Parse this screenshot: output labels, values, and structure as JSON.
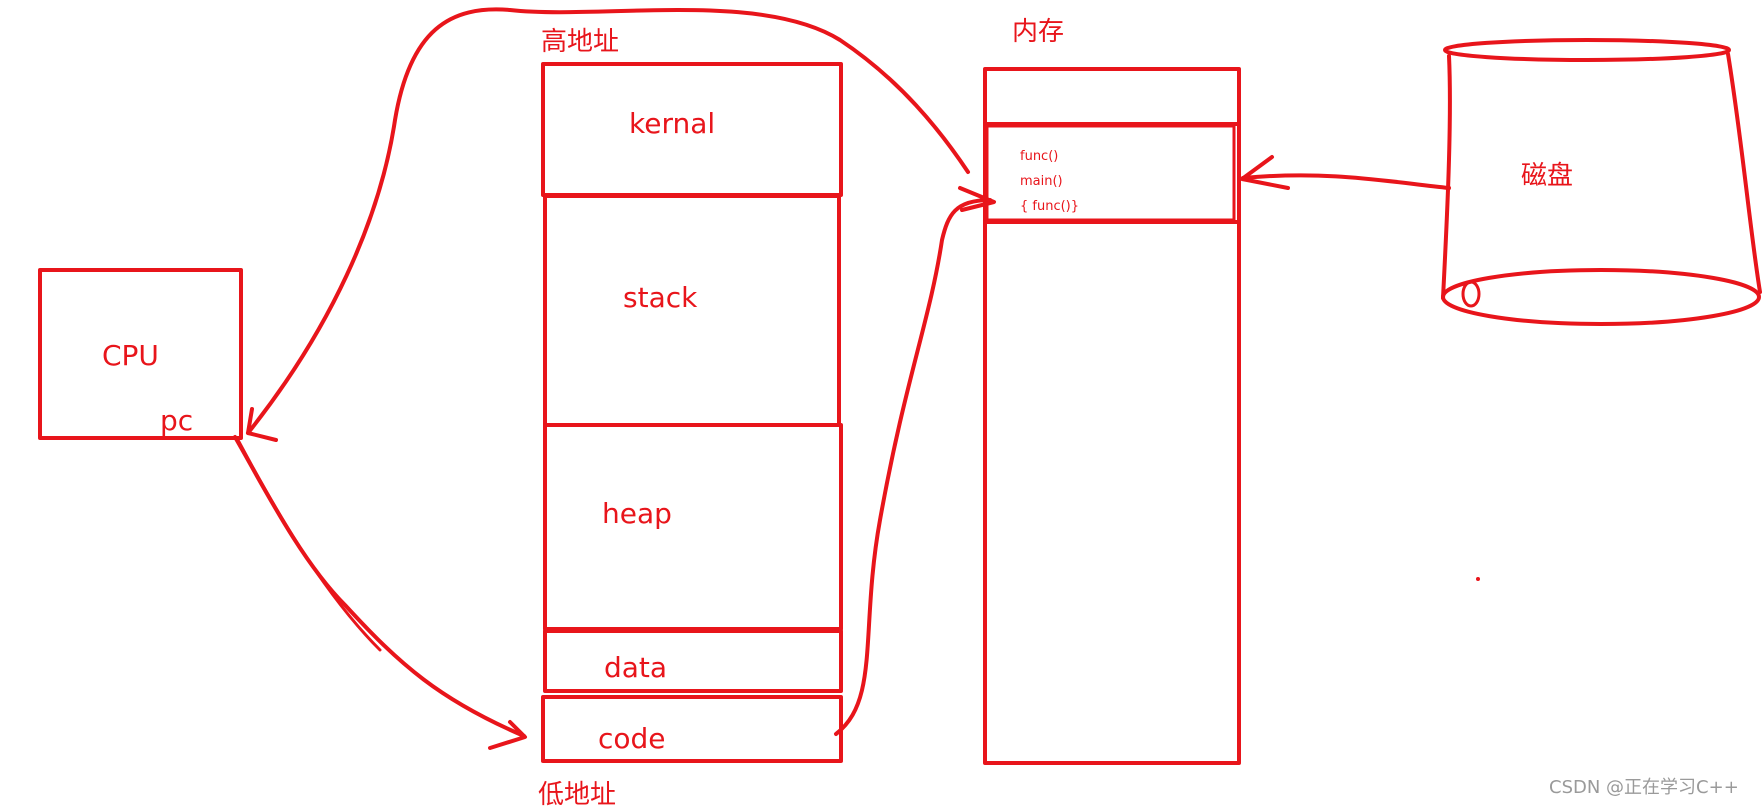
{
  "colors": {
    "ink": "#e8151b",
    "background": "#ffffff",
    "watermark": "#9a9a9a"
  },
  "cpu": {
    "label": "CPU",
    "pc_label": "pc"
  },
  "process_space": {
    "top_label": "高地址",
    "bottom_label": "低地址",
    "segments": [
      "kernal",
      "stack",
      "heap",
      "data",
      "code"
    ]
  },
  "memory": {
    "label": "内存",
    "lines": [
      "func()",
      "main()",
      "{ func()}"
    ]
  },
  "disk": {
    "label": "磁盘"
  },
  "watermark": "CSDN @正在学习C++"
}
